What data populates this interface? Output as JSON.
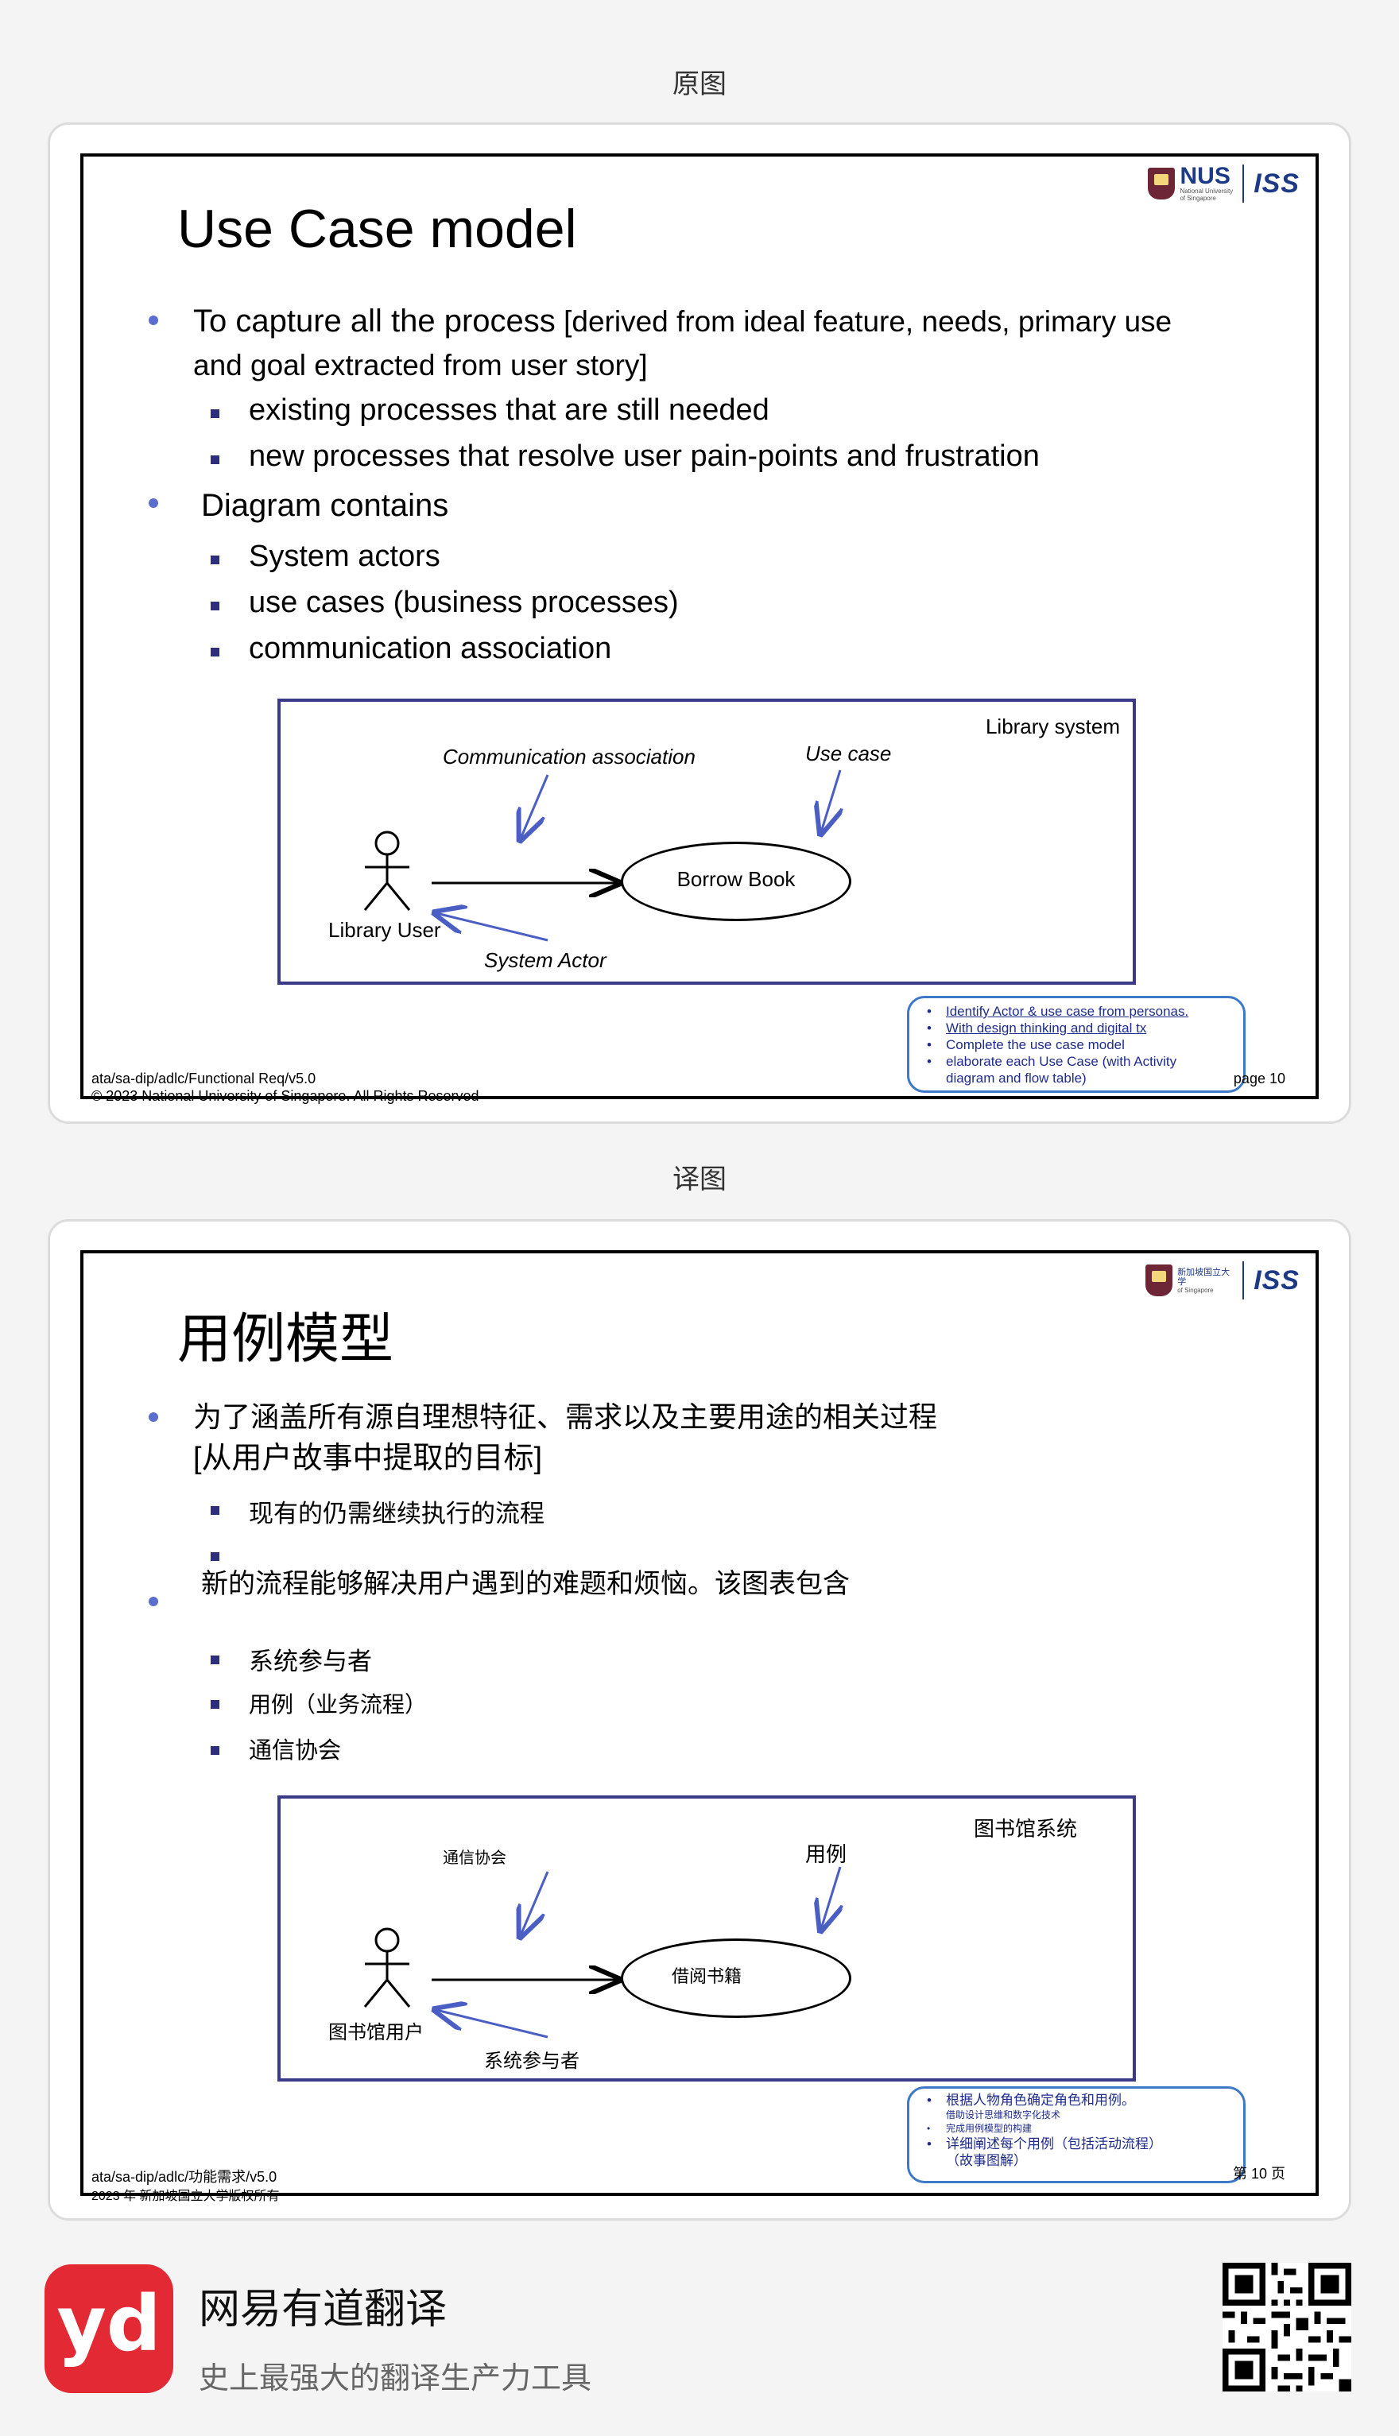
{
  "labels": {
    "original": "原图",
    "translated": "译图"
  },
  "original": {
    "logo_nus": "NUS",
    "logo_nus_small1": "National University",
    "logo_nus_small2": "of Singapore",
    "logo_iss": "ISS",
    "title": "Use Case model",
    "bullet1_line1_a": "To capture all the process",
    "bullet1_line1_b": " [derived from ideal feature, needs, primary use",
    "bullet1_line2": "and goal extracted from user story]",
    "sub1": "existing processes that are still needed",
    "sub2": "new processes that resolve user pain-points and frustration",
    "bullet2": "Diagram contains",
    "sub3": "System actors",
    "sub4": "use cases (business processes)",
    "sub5": "communication association",
    "diagram": {
      "system": "Library system",
      "comm": "Communication association",
      "usecase_label": "Use case",
      "usecase": "Borrow Book",
      "actor": "Library User",
      "actor_label": "System Actor"
    },
    "footer1": "ata/sa-dip/adlc/Functional Req/v5.0",
    "footer2": "© 2023 National University of Singapore. All Rights Reserved",
    "note": [
      "Identify Actor & use case from personas.",
      "With design thinking and digital tx",
      "Complete the use case model",
      "elaborate each Use Case (with Activity",
      "diagram and flow table)"
    ],
    "page": "page 10"
  },
  "translated": {
    "logo_nus": "新加坡国立大学",
    "logo_nus_small2": "of Singapore",
    "logo_iss": "ISS",
    "title": "用例模型",
    "bullet1_line1": "为了涵盖所有源自理想特征、需求以及主要用途的相关过程",
    "bullet1_line2": "[从用户故事中提取的目标]",
    "sub1": "现有的仍需继续执行的流程",
    "bullet2": "新的流程能够解决用户遇到的难题和烦恼。该图表包含",
    "sub3": "系统参与者",
    "sub4": "用例（业务流程）",
    "sub5": "通信协会",
    "diagram": {
      "system": "图书馆系统",
      "comm": "通信协会",
      "usecase_label": "用例",
      "usecase": "借阅书籍",
      "actor": "图书馆用户",
      "actor_label": "系统参与者"
    },
    "footer1": "ata/sa-dip/adlc/功能需求/v5.0",
    "footer2": "2023 年 新加坡国立大学版权所有",
    "note": [
      "根据人物角色确定角色和用例。",
      "借助设计思维和数字化技术",
      "完成用例模型的构建",
      "详细阐述每个用例（包括活动流程）",
      "（故事图解）"
    ],
    "page": "第 10 页"
  },
  "bottom": {
    "logo": "yd",
    "brand": "网易有道翻译",
    "slogan": "史上最强大的翻译生产力工具"
  },
  "colors": {
    "bullet": "#5b6ed0",
    "square": "#2d2f7a",
    "diagram_border": "#3a3a86",
    "arrow": "#4a5ec4",
    "note_border": "#3e79c8",
    "brand_red": "#e32933"
  }
}
